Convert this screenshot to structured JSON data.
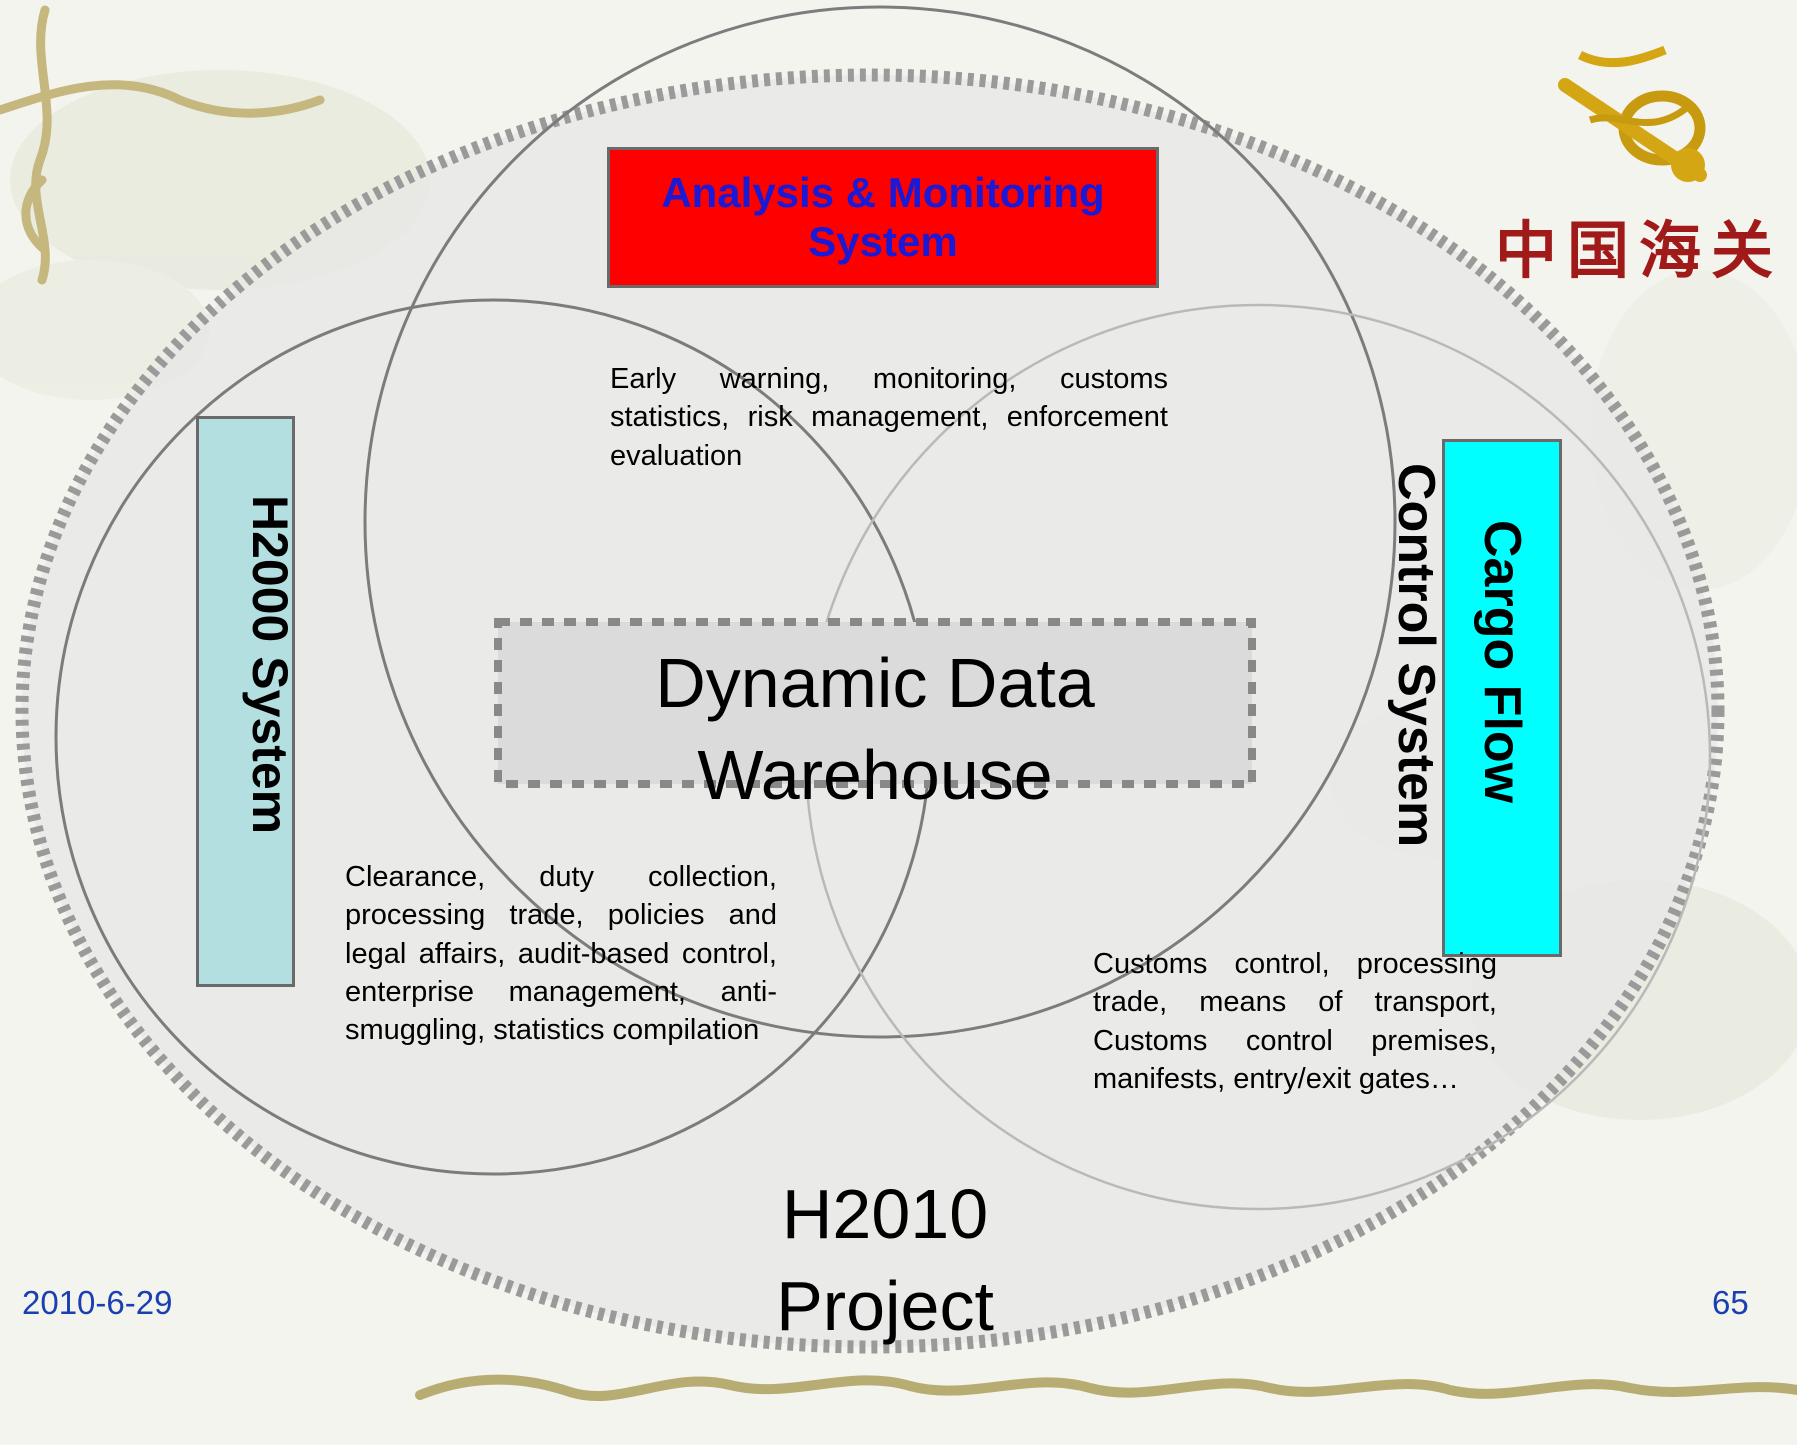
{
  "footer": {
    "date": "2010-6-29",
    "page_number": "65"
  },
  "logo": {
    "text": "中国海关"
  },
  "diagram": {
    "outer_label": "H2010 Project",
    "center_label": "Dynamic Data Warehouse",
    "systems": {
      "analysis": {
        "label": "Analysis & Monitoring System",
        "fill": "#ff0000",
        "text_color": "#1a1ad6"
      },
      "h2000": {
        "label": "H2000 System",
        "fill": "#b4dfe0",
        "text_color": "#000000"
      },
      "cargo": {
        "label": "Cargo Flow",
        "fill": "#00ffff",
        "text_color": "#000000"
      },
      "cargo_outside": {
        "label": "Control System"
      }
    },
    "descriptions": {
      "analysis": "Early warning, monitoring, customs statistics, risk management, enforcement evaluation",
      "h2000": "Clearance, duty collection, processing trade, policies and legal affairs, audit-based control, enterprise management, anti-smuggling, statistics compilation",
      "cargo": "Customs control, processing trade, means of transport, Customs control premises, manifests, entry/exit gates…"
    }
  }
}
